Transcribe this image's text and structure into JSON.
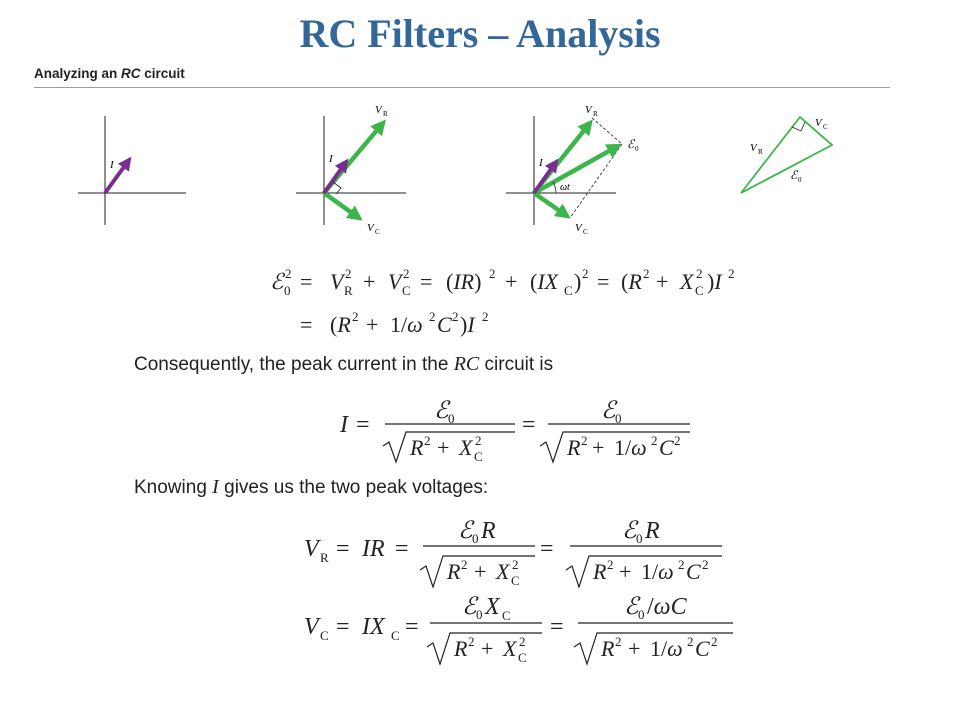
{
  "title": "RC Filters – Analysis",
  "subhead": {
    "prefix": "Analyzing an ",
    "emph": "RC",
    "suffix": " circuit"
  },
  "diagram_labels": {
    "current": "I",
    "vr": "V",
    "vr_sub": "R",
    "vc": "V",
    "vc_sub": "C",
    "emf": "ℰ",
    "emf_sub": "0",
    "angle": "ωt"
  },
  "text": {
    "consequently_prefix": "Consequently, the peak current in the ",
    "consequently_emph": "RC",
    "consequently_suffix": " circuit is",
    "knowing_prefix": "Knowing ",
    "knowing_emph": "I",
    "knowing_suffix": " gives us the two peak voltages:"
  },
  "colors": {
    "title": "#336699",
    "green_vector": "#3cb54a",
    "purple_vector": "#7b2d8e"
  }
}
